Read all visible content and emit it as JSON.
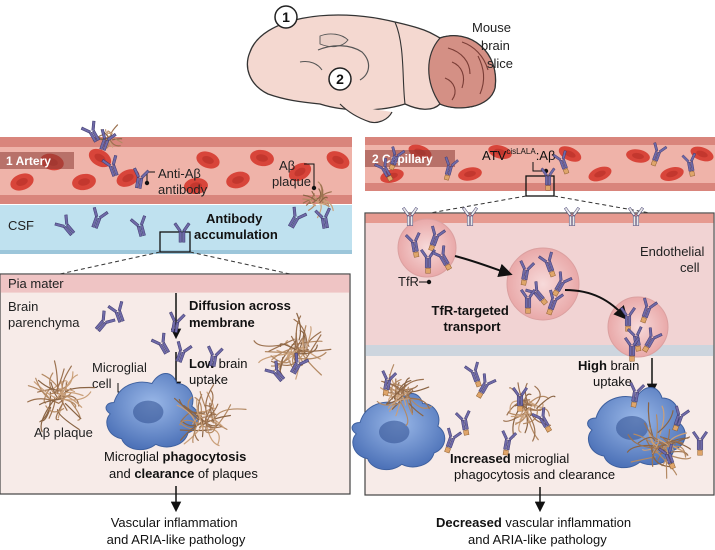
{
  "top": {
    "brain_label": [
      "Mouse",
      "brain",
      "slice"
    ],
    "marker_1": "1",
    "marker_2": "2"
  },
  "left": {
    "vessel_label": "1 Artery",
    "anti_abeta": [
      "Anti-Aβ",
      "antibody"
    ],
    "abeta_plaque_top": [
      "Aβ",
      "plaque"
    ],
    "csf": "CSF",
    "accumulation": [
      "Antibody",
      "accumulation"
    ],
    "pia": "Pia mater",
    "parenchyma": [
      "Brain",
      "parenchyma"
    ],
    "diffusion": [
      "Diffusion across",
      "membrane"
    ],
    "microglial_cell": [
      "Microglial",
      "cell"
    ],
    "low_bold": "Low",
    "low_rest": " brain",
    "low_uptake": "uptake",
    "abeta_plaque": "Aβ plaque",
    "phago_1a": "Microglial ",
    "phago_1b": "phagocytosis",
    "phago_2a": "and ",
    "phago_2b": "clearance",
    "phago_2c": " of plaques",
    "outcome": [
      "Vascular inflammation",
      "and ARIA-like pathology"
    ]
  },
  "right": {
    "vessel_label": "2 Capillary",
    "atv_base": "ATV",
    "atv_sup": "cisLALA",
    "atv_suffix": ":Aβ",
    "endothelial": [
      "Endothelial",
      "cell"
    ],
    "tfr": "TfR",
    "transport": [
      "TfR-targeted",
      "transport"
    ],
    "high_bold": "High",
    "high_rest": " brain",
    "high_uptake": "uptake",
    "increased_bold": "Increased",
    "increased_rest": " microglial",
    "increased_2": "phagocytosis and clearance",
    "outcome_bold": "Decreased",
    "outcome_rest": " vascular inflammation",
    "outcome_2": "and ARIA-like pathology"
  },
  "colors": {
    "vessel_wall": "#d9857c",
    "blood": "#efb3a9",
    "rbc": "#d8453a",
    "csf": "#bfe1ef",
    "tissue": "#f7ebe8",
    "pia": "#efc4c4",
    "endothelium": "#f1d3d3",
    "antibody": "#6f6aa8",
    "atv_orange": "#dfa56a",
    "microglia": "#5c84c8",
    "plaque": "#b48a64"
  }
}
